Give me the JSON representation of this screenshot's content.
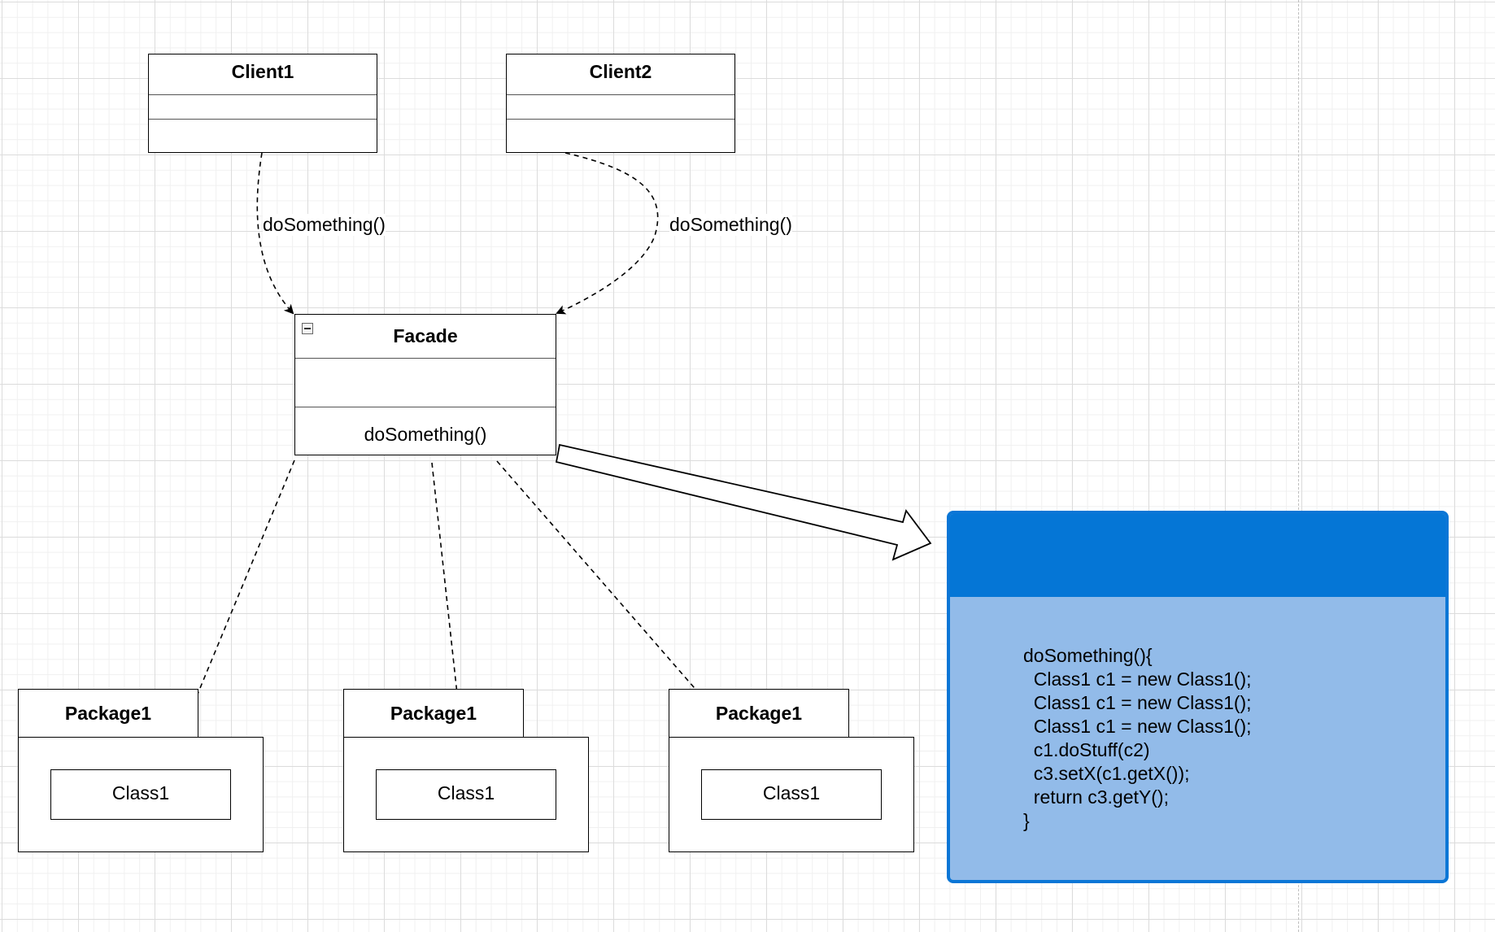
{
  "clients": [
    {
      "name": "Client1"
    },
    {
      "name": "Client2"
    }
  ],
  "facade": {
    "name": "Facade",
    "method": "doSomething()"
  },
  "call_labels": [
    "doSomething()",
    "doSomething()"
  ],
  "packages": [
    {
      "name": "Package1",
      "class_name": "Class1"
    },
    {
      "name": "Package1",
      "class_name": "Class1"
    },
    {
      "name": "Package1",
      "class_name": "Class1"
    }
  ],
  "note": {
    "code": "doSomething(){\n  Class1 c1 = new Class1();\n  Class1 c1 = new Class1();\n  Class1 c1 = new Class1();\n  c1.doStuff(c2)\n  c3.setX(c1.getX());\n  return c3.getY();\n}"
  },
  "colors": {
    "note_header": "#0576d6",
    "note_body": "#92bbe9",
    "note_border": "#0a76d6"
  }
}
